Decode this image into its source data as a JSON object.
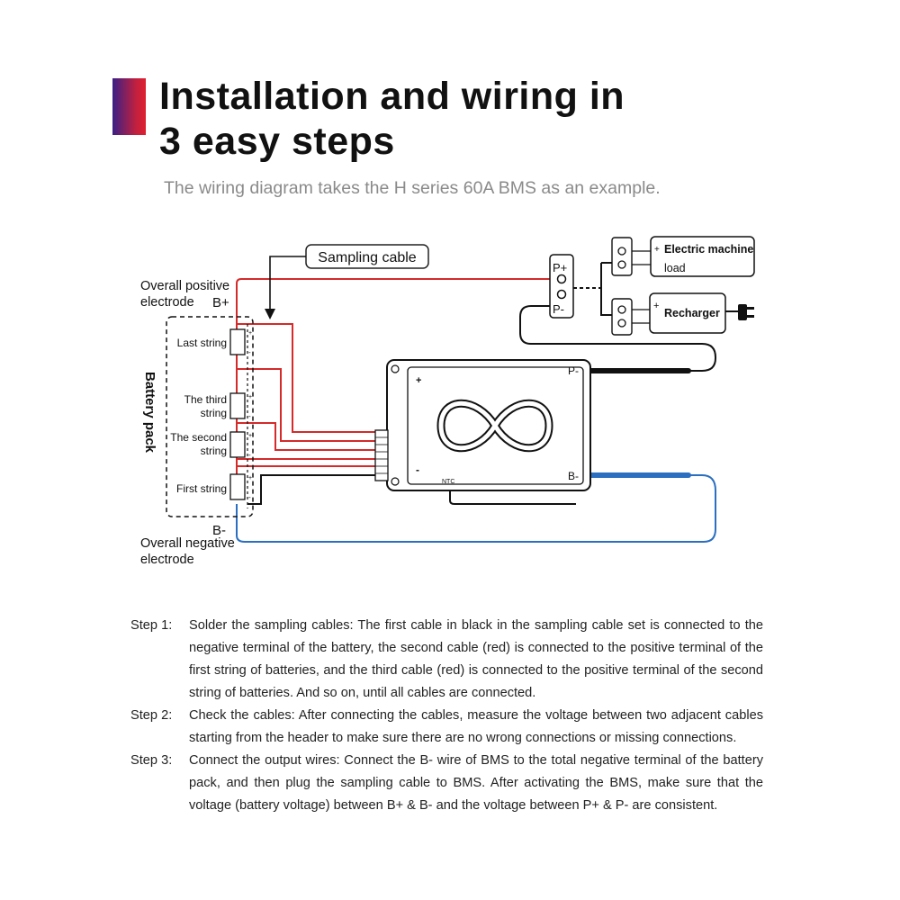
{
  "header": {
    "title": "Installation and wiring in\n3 easy steps",
    "subtitle": "The wiring diagram takes the H series 60A BMS as an example.",
    "accent_colors": [
      "#3a1f86",
      "#e02030"
    ]
  },
  "diagram": {
    "sampling_cable": "Sampling cable",
    "overall_positive": "Overall positive",
    "electrode": "electrode",
    "b_plus": "B+",
    "b_minus": "B-",
    "overall_negative": "Overall negative",
    "battery_pack": "Battery pack",
    "last_string": "Last string",
    "third_string_1": "The third",
    "third_string_2": "string",
    "second_string_1": "The second",
    "second_string_2": "string",
    "first_string": "First string",
    "p_plus": "P+",
    "p_minus": "P-",
    "electric_machine": "Electric machine",
    "load": "load",
    "recharger": "Recharger",
    "bms_p_minus": "P-",
    "bms_b_minus": "B-",
    "bms_plus": "+",
    "bms_minus": "-",
    "ntc": "NTC",
    "plus_sign": "+",
    "minus_sign": "-",
    "wire_colors": {
      "red": "#d42a2a",
      "blue": "#2a6fc0",
      "black": "#111111"
    }
  },
  "steps": [
    {
      "label": "Step 1:",
      "text": "Solder the sampling cables: The first cable in black in the sampling cable set is connected to the negative terminal of the battery, the second cable (red) is connected to the positive terminal of the first string of batteries, and the third cable (red) is connected to the positive terminal of the second string of batteries. And so on, until all cables are connected."
    },
    {
      "label": "Step 2:",
      "text": "Check the cables: After connecting the cables, measure the voltage between two adjacent cables starting from the header to make sure there are no wrong connections or missing connections."
    },
    {
      "label": "Step 3:",
      "text": "Connect the output wires: Connect the B- wire of BMS to the total negative terminal of the battery pack, and then plug the sampling cable to BMS. After activating the BMS, make sure that the voltage (battery voltage) between B+ & B- and the voltage between P+ & P- are consistent."
    }
  ]
}
